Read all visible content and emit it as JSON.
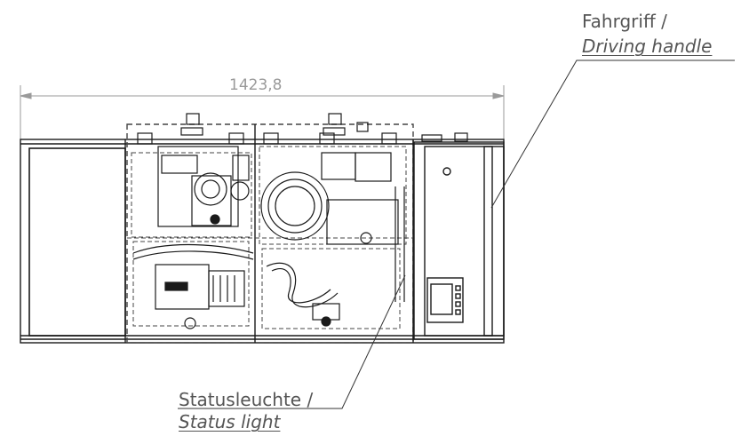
{
  "dimension": {
    "width_label": "1423,8"
  },
  "callouts": {
    "driving_handle": {
      "de": "Fahrgriff /",
      "en": "Driving handle"
    },
    "status_light": {
      "de": "Statusleuchte /",
      "en": "Status light"
    }
  },
  "colors": {
    "line": "#1a1a1a",
    "dim_line": "#9a9a9a",
    "hidden": "#444444",
    "text": "#555555"
  }
}
